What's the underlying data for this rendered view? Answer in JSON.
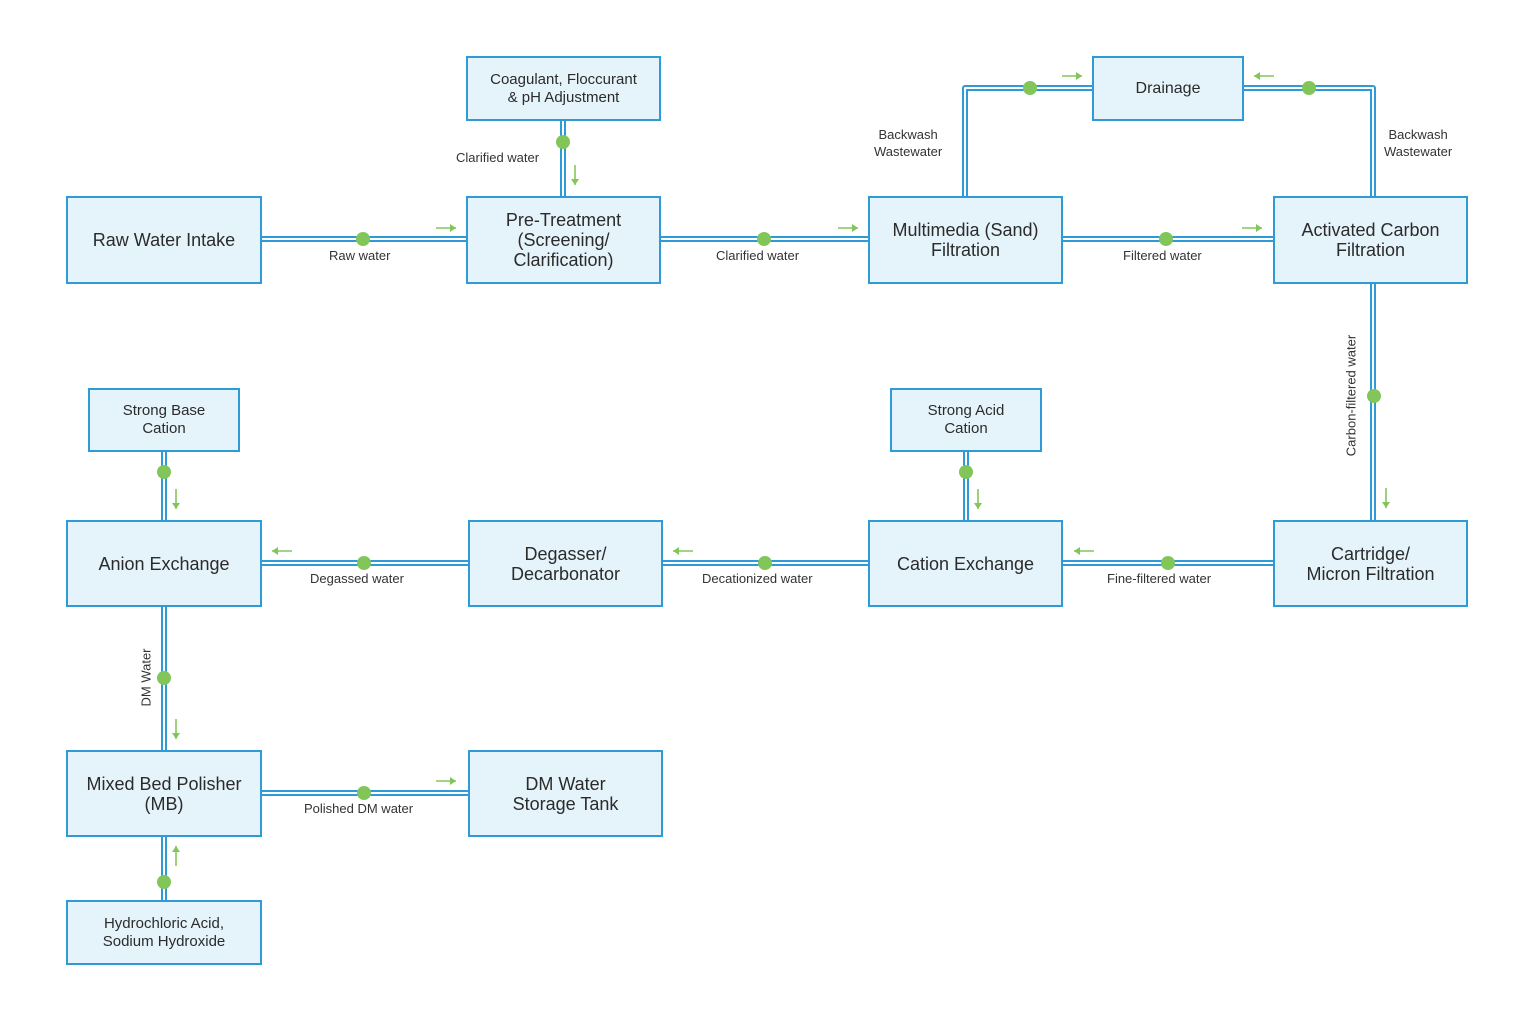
{
  "colors": {
    "pipe": "#2f9bd6",
    "pipe_inner": "#ffffff",
    "node": "#82c65a",
    "arrow": "#82c65a",
    "box_fill": "#e5f3fb",
    "box_border": "#2f9bd6"
  },
  "boxes": {
    "coagulant": "Coagulant, Floccurant\n& pH Adjustment",
    "drainage": "Drainage",
    "raw_intake": "Raw Water Intake",
    "pretreatment": "Pre-Treatment\n(Screening/\nClarification)",
    "multimedia": "Multimedia (Sand)\nFiltration",
    "activated_carbon": "Activated Carbon\nFiltration",
    "strong_base": "Strong Base\nCation",
    "strong_acid": "Strong Acid\nCation",
    "anion": "Anion Exchange",
    "degasser": "Degasser/\nDecarbonator",
    "cation": "Cation Exchange",
    "cartridge": "Cartridge/\nMicron Filtration",
    "mixed_bed": "Mixed Bed Polisher\n(MB)",
    "dm_storage": "DM Water\nStorage Tank",
    "chemicals": "Hydrochloric Acid,\nSodium Hydroxide"
  },
  "labels": {
    "raw_water": "Raw water",
    "clarified_top": "Clarified water",
    "clarified_mid": "Clarified water",
    "filtered": "Filtered water",
    "backwash_left": "Backwash\nWastewater",
    "backwash_right": "Backwash\nWastewater",
    "carbon_filtered": "Carbon-filtered water",
    "fine_filtered": "Fine-filtered water",
    "decationized": "Decationized water",
    "degassed": "Degassed water",
    "dm_water": "DM Water",
    "polished": "Polished DM water"
  }
}
